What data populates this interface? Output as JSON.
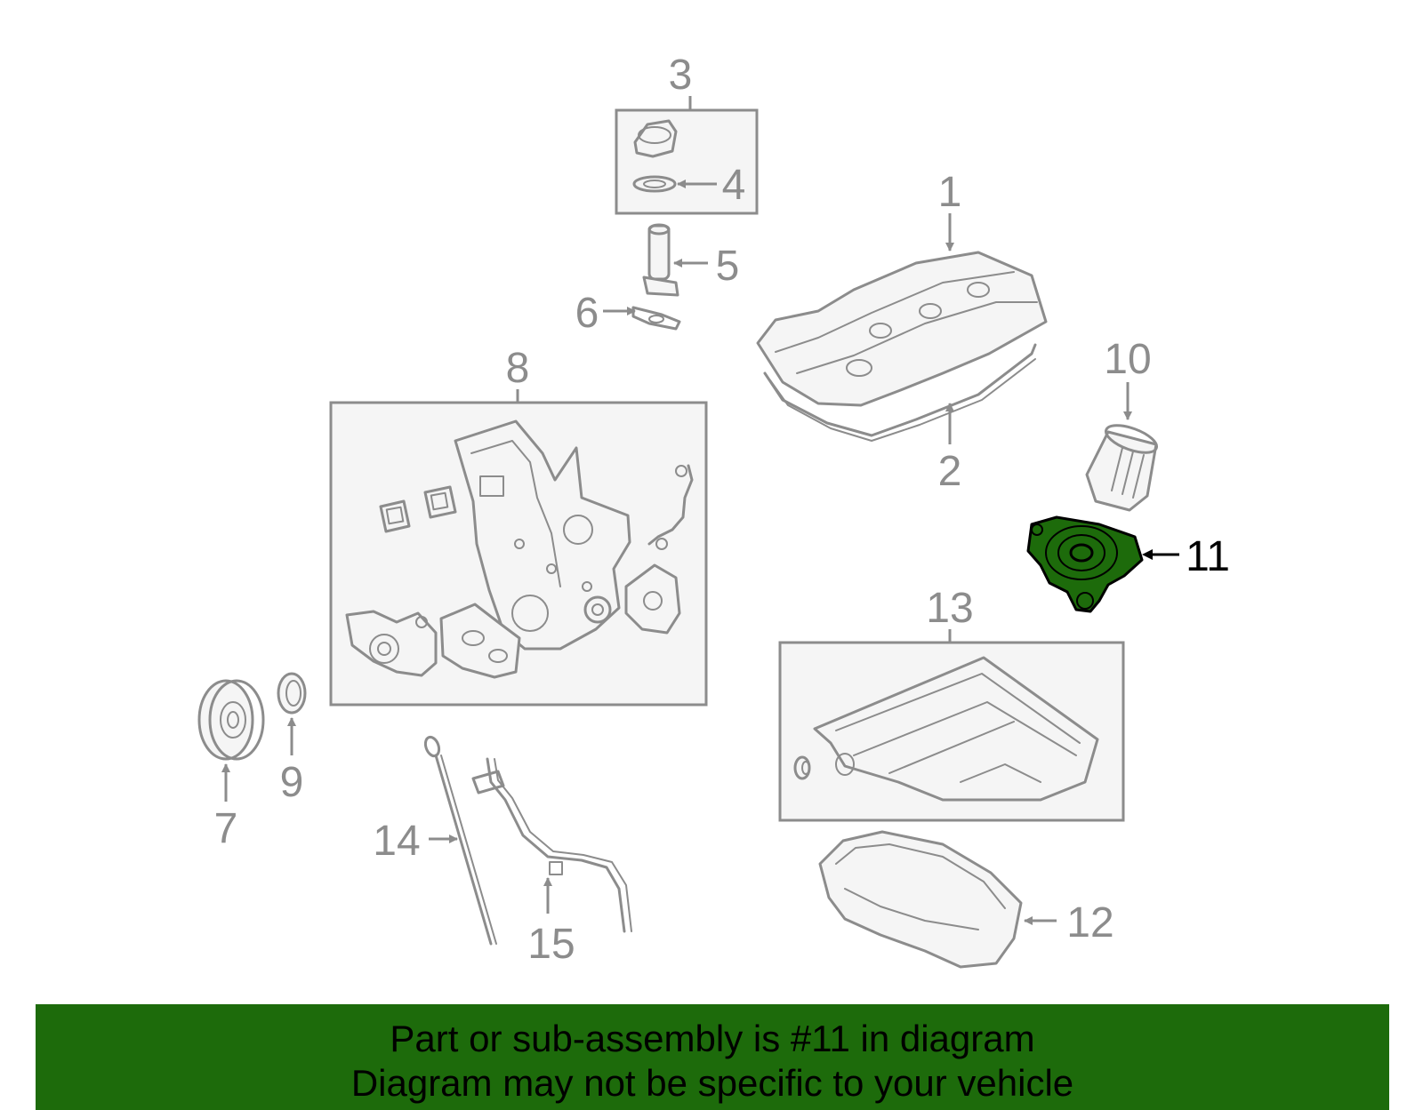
{
  "diagram": {
    "highlight_color": "#1d6b0b",
    "callouts": {
      "n1": "1",
      "n2": "2",
      "n3": "3",
      "n4": "4",
      "n5": "5",
      "n6": "6",
      "n7": "7",
      "n8": "8",
      "n9": "9",
      "n10": "10",
      "n11": "11",
      "n12": "12",
      "n13": "13",
      "n14": "14",
      "n15": "15"
    },
    "highlighted_part": "11"
  },
  "footer": {
    "line1": "Part or sub-assembly is #11 in diagram",
    "line2": "Diagram may not be specific to your vehicle",
    "background": "#1d6b0b"
  }
}
